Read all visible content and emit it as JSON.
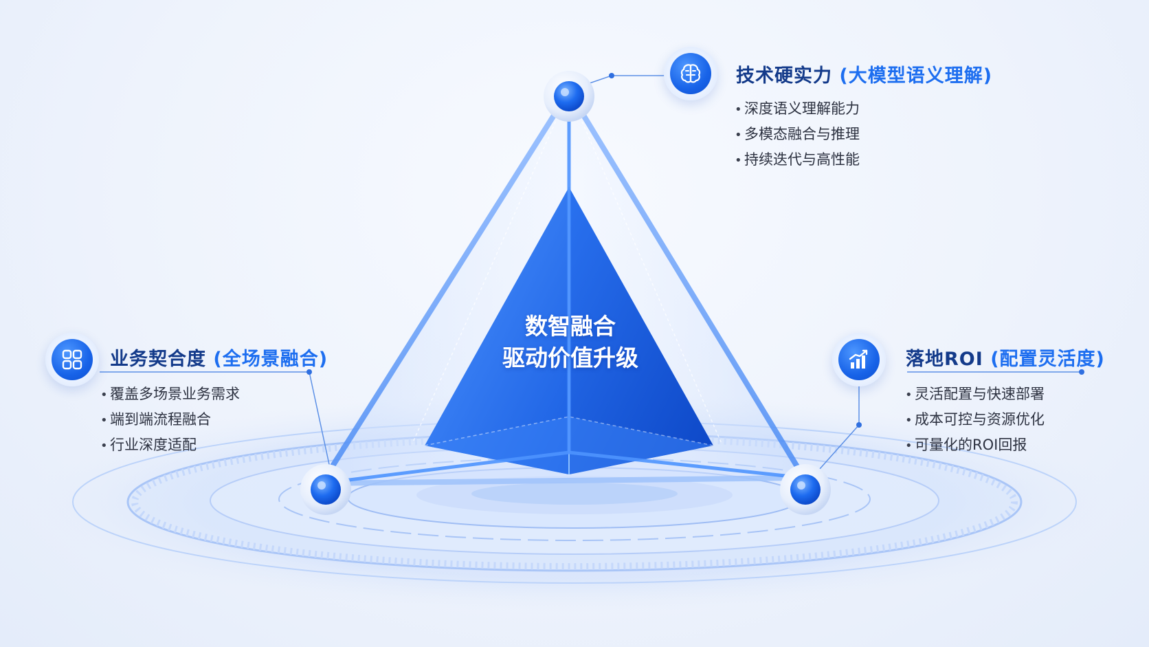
{
  "center": {
    "line1": "数智融合",
    "line2": "驱动价值升级"
  },
  "nodes": [
    {
      "id": "tech",
      "title": "技术硬实力",
      "subtitle": "(大模型语义理解)",
      "icon": "brain-icon",
      "bullets": [
        "深度语义理解能力",
        "多模态融合与推理",
        "持续迭代与高性能"
      ]
    },
    {
      "id": "business",
      "title": "业务契合度",
      "subtitle": "(全场景融合)",
      "icon": "grid-apps-icon",
      "bullets": [
        "覆盖多场景业务需求",
        "端到端流程融合",
        "行业深度适配"
      ]
    },
    {
      "id": "roi",
      "title": "落地ROI",
      "subtitle": "(配置灵活度)",
      "icon": "bar-chart-growth-icon",
      "bullets": [
        "灵活配置与快速部署",
        "成本可控与资源优化",
        "可量化的ROI回报"
      ]
    }
  ],
  "colors": {
    "primary": "#1863e8",
    "title": "#133a8a",
    "subtitle": "#1d6ef0",
    "text": "#2c3140"
  }
}
